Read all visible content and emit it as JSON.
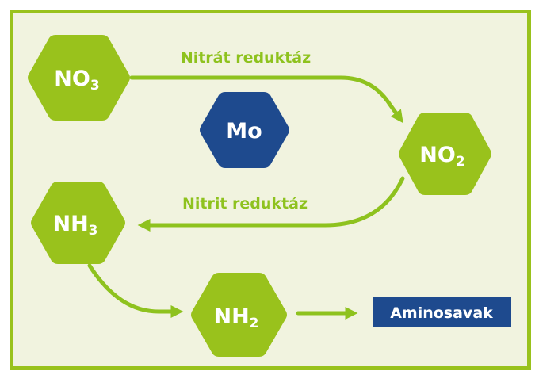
{
  "colors": {
    "border": "#99c21c",
    "background": "#f1f3df",
    "hexagon_green": "#99c21c",
    "hexagon_blue": "#1e4a8e",
    "arrow_green": "#8ec21e",
    "box_blue": "#1e4a8e",
    "text_white": "#ffffff"
  },
  "nodes": {
    "no3": {
      "main": "NO",
      "sub": "3"
    },
    "mo": {
      "label": "Mo"
    },
    "no2": {
      "main": "NO",
      "sub": "2"
    },
    "nh3": {
      "main": "NH",
      "sub": "3"
    },
    "nh2": {
      "main": "NH",
      "sub": "2"
    }
  },
  "arrows": {
    "nitrate_reductase": "Nitrát reduktáz",
    "nitrite_reductase": "Nitrit reduktáz"
  },
  "product": {
    "label": "Aminosavak"
  }
}
